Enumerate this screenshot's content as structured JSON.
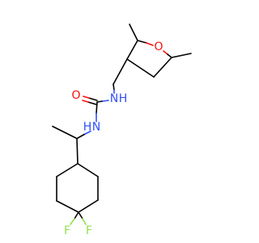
{
  "molecule": {
    "colors": {
      "carbon": "#000000",
      "oxygen": "#ff0d0d",
      "nitrogen": "#3050f8",
      "fluorine": "#90e050"
    },
    "atom_labels": {
      "ring_oxygen": "O",
      "carbonyl_oxygen": "O",
      "amide_nitrogen_upper": "N",
      "amide_nitrogen_lower": "N",
      "amide_hydrogen_upper": "H",
      "amide_hydrogen_lower": "H",
      "fluorine_left": "F",
      "fluorine_right": "F"
    }
  }
}
